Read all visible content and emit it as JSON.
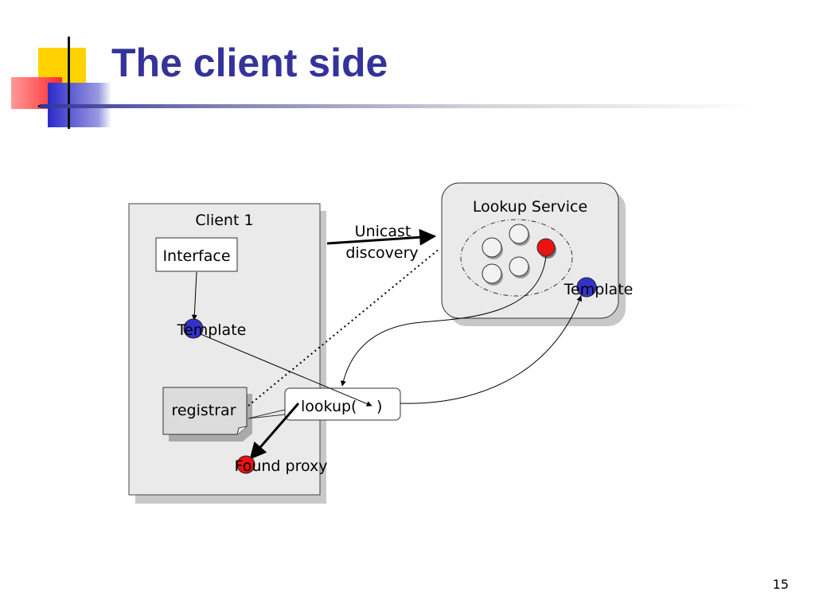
{
  "slide": {
    "title": "The client side",
    "page_number": "15"
  },
  "diagram": {
    "client_box_label": "Client 1",
    "interface_label": "Interface",
    "client_template_label": "Template",
    "registrar_label": "registrar",
    "lookup_label": "lookup(",
    "lookup_close": ")",
    "found_proxy_label": "Found proxy",
    "unicast_line1": "Unicast",
    "unicast_line2": "discovery",
    "lookup_service_label": "Lookup Service",
    "service_template_label": "Template"
  },
  "colors": {
    "title": "#333399",
    "template_node": "#3333cc",
    "proxy_node": "#ee1111",
    "box_fill": "#eaeaea",
    "shadow": "#cccccc"
  }
}
